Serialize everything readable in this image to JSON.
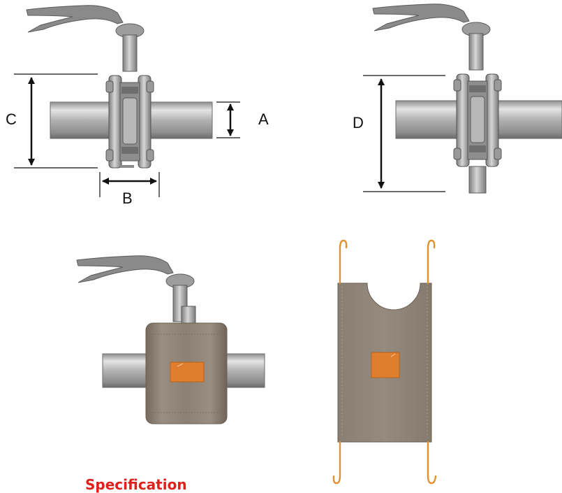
{
  "labels": {
    "a": "A",
    "b": "B",
    "c": "C",
    "d": "D"
  },
  "spec_title": "Specification",
  "colors": {
    "steel_light": "#d9d9d9",
    "steel_mid": "#a7a7a7",
    "steel_dark": "#6f6f6f",
    "jacket": "#8a7e71",
    "jacket_light": "#a2968a",
    "patch": "#e17e2e",
    "hook": "#e3902e",
    "spec_red": "#e0201c",
    "ink": "#111111"
  }
}
